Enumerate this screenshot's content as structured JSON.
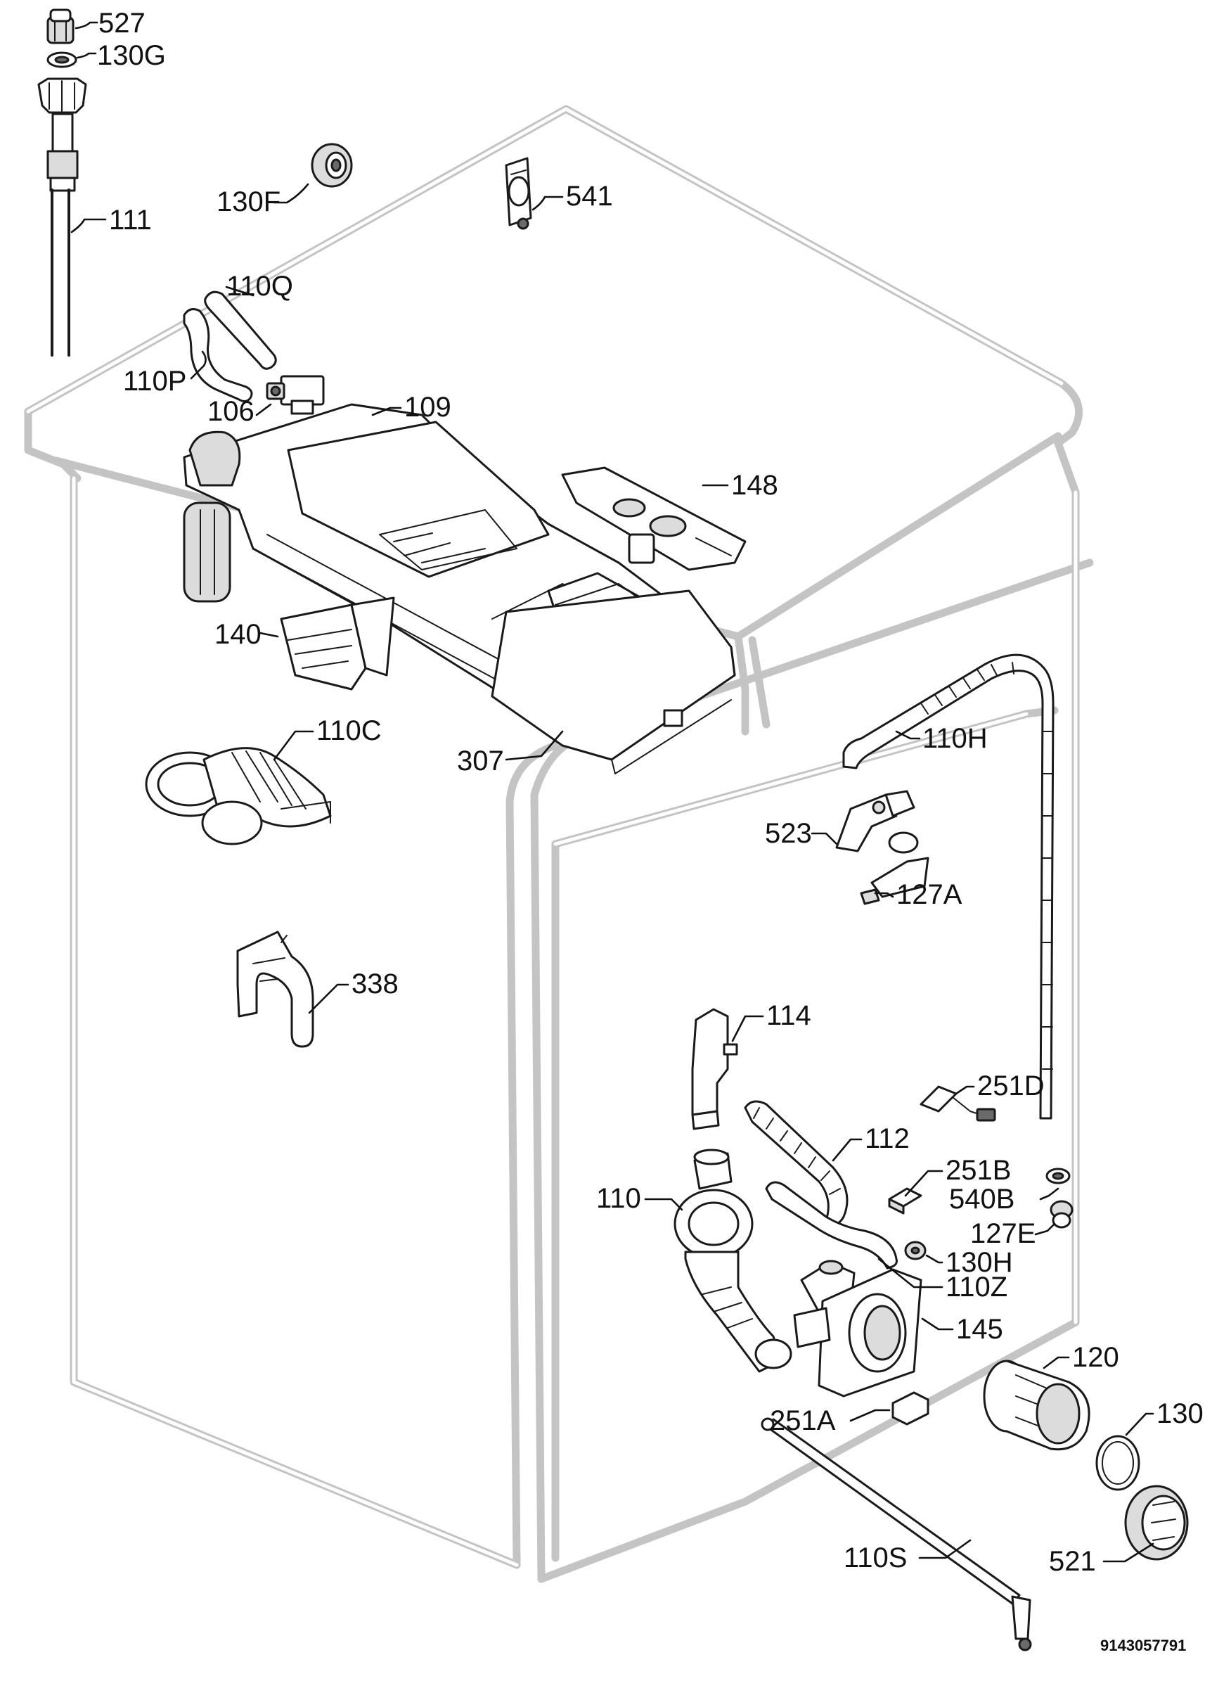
{
  "labels": {
    "l527": "527",
    "l130G": "130G",
    "l111": "111",
    "l130F": "130F",
    "l541": "541",
    "l110Q": "110Q",
    "l110P": "110P",
    "l106": "106",
    "l109": "109",
    "l148": "148",
    "l140": "140",
    "l110C": "110C",
    "l307": "307",
    "l110H": "110H",
    "l523": "523",
    "l127A": "127A",
    "l338": "338",
    "l114": "114",
    "l251D": "251D",
    "l112": "112",
    "l251B": "251B",
    "l540B": "540B",
    "l110": "110",
    "l127E": "127E",
    "l130H": "130H",
    "l110Z": "110Z",
    "l145": "145",
    "l120": "120",
    "l251A": "251A",
    "l130": "130",
    "l521": "521",
    "l110S": "110S"
  },
  "document_number": "9143057791"
}
